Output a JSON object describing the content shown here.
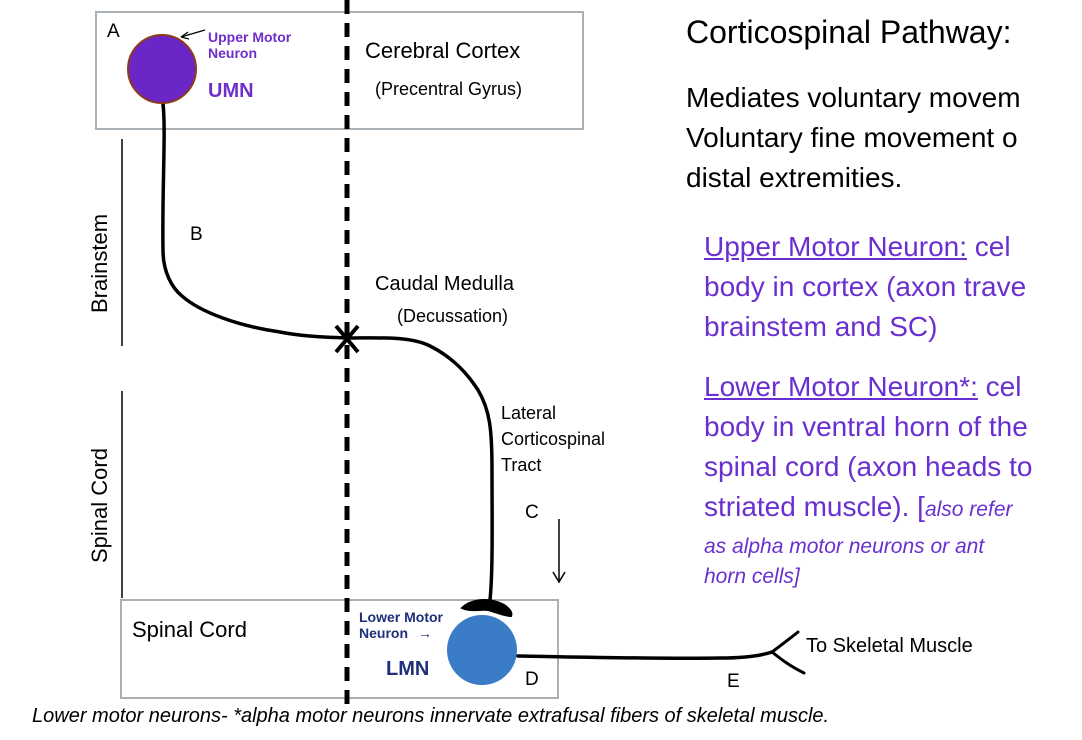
{
  "labels": {
    "a": "A",
    "b": "B",
    "c": "C",
    "d": "D",
    "e": "E"
  },
  "top_box": {
    "title": "Cerebral Cortex",
    "subtitle": "(Precentral Gyrus)",
    "neuron_line1": "Upper Motor",
    "neuron_line2": "Neuron",
    "neuron_abbr": "UMN"
  },
  "middle": {
    "title": "Caudal  Medulla",
    "subtitle": "(Decussation)",
    "tract_line1": "Lateral",
    "tract_line2": "Corticospinal",
    "tract_line3": "Tract"
  },
  "side_labels": {
    "brainstem": "Brainstem",
    "spinal_cord": "Spinal Cord"
  },
  "bottom_box": {
    "title": "Spinal Cord",
    "neuron_line1": "Lower Motor",
    "neuron_line2": "Neuron",
    "neuron_abbr": "LMN",
    "arrow_glyph": "→"
  },
  "muscle_label": "To Skeletal Muscle",
  "right_panel": {
    "title": "Corticospinal Pathway:",
    "intro_line1": "Mediates voluntary movem",
    "intro_line2": "Voluntary fine movement o",
    "intro_line3": "distal extremities.",
    "umn_heading": "Upper Motor Neuron:",
    "umn_line1_rest": " cel",
    "umn_line2": "body in cortex (axon trave",
    "umn_line3": "brainstem and SC)",
    "lmn_heading": "Lower Motor Neuron*:",
    "lmn_line1_rest": " cel",
    "lmn_line2": "body in ventral horn of the",
    "lmn_line3": "spinal cord (axon heads to",
    "lmn_line4_main": "striated muscle). [",
    "lmn_line4_italic": "also refer",
    "lmn_line5": "as alpha motor neurons  or ant",
    "lmn_line6": "horn cells]"
  },
  "footer": "Lower motor neurons-  *alpha motor neurons innervate extrafusal fibers of skeletal muscle.",
  "colors": {
    "umn_fill": "#6b26c8",
    "umn_outline": "#8b3a1a",
    "lmn_fill": "#3a7cc6",
    "box_border": "#a9b1b7",
    "purple_text": "#6a2fd0"
  }
}
